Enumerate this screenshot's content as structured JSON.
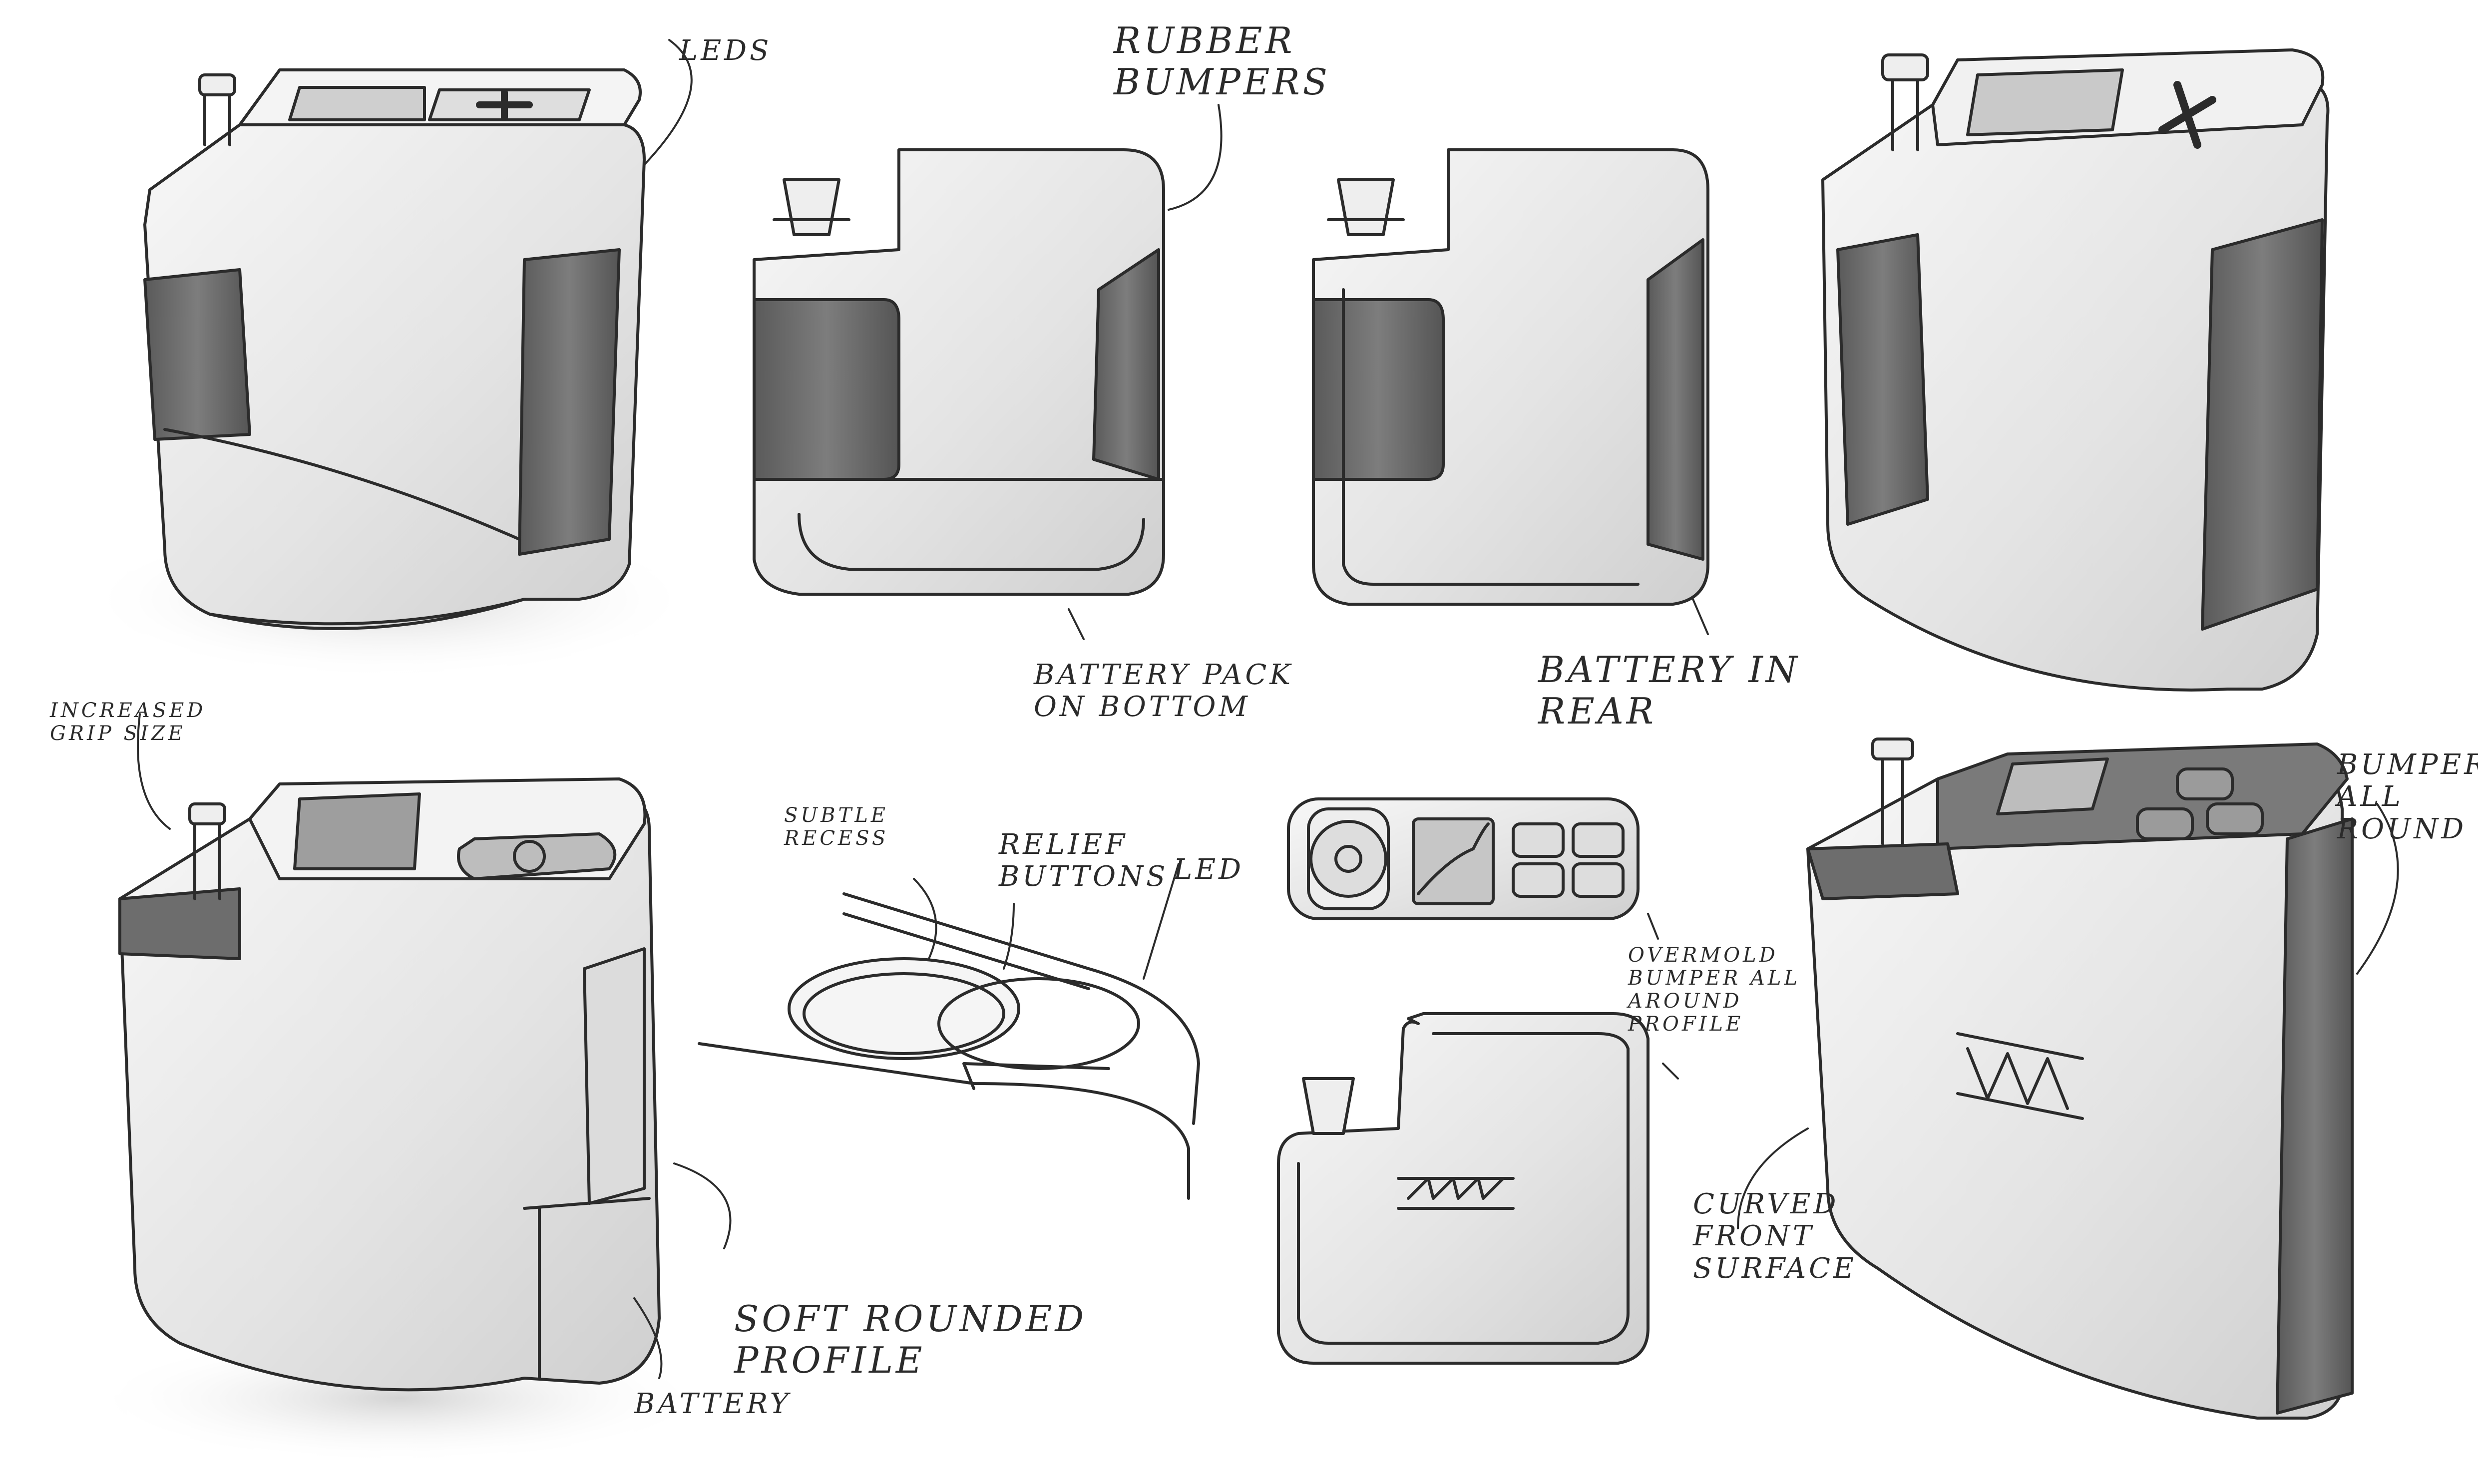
{
  "annotations": {
    "leds": "LEDs",
    "rubber_bumpers": "Rubber\nBumpers",
    "battery_pack_on_bottom": "Battery pack\non bottom",
    "battery_in_rear": "Battery in\nRear",
    "increased_grip_size": "Increased\ngrip size",
    "subtle_recess": "Subtle\nRecess",
    "relief_buttons": "Relief\nButtons",
    "led": "LED",
    "overmold_bumper": "Overmold\nbumper all\naround\nprofile",
    "bumper_all_round": "Bumper\nall round",
    "soft_rounded_profile": "Soft Rounded\nProfile",
    "battery": "Battery",
    "curved_front_surface": "Curved\nFront\nSurface"
  },
  "colors": {
    "ink": "#2b2b2b",
    "body": "#ececec",
    "rubber": "#6f6f6f",
    "screen": "#bdbdbd",
    "shadow": "#dcdcdc"
  }
}
